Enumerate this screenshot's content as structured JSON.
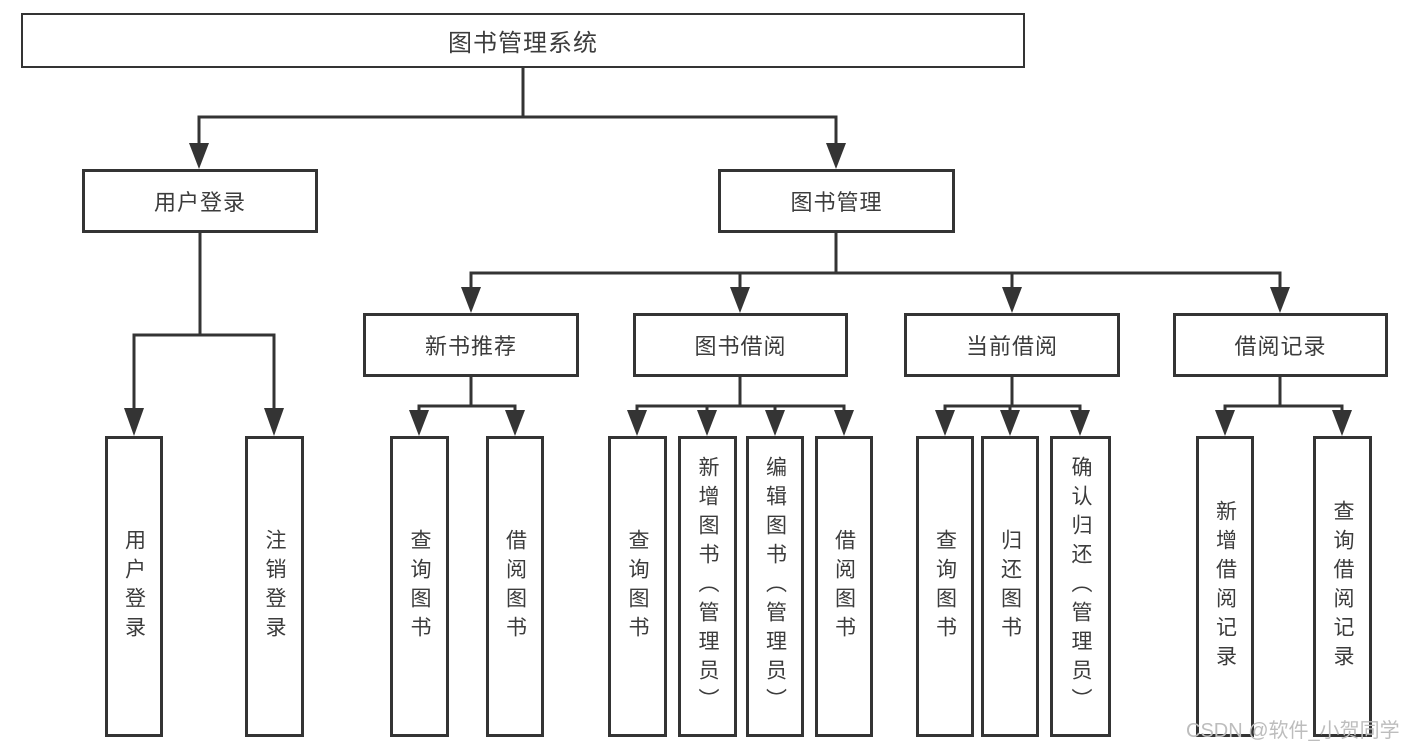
{
  "diagram": {
    "root": {
      "label": "图书管理系统"
    },
    "login": {
      "label": "用户登录",
      "children": [
        {
          "label": "用户登录"
        },
        {
          "label": "注销登录"
        }
      ]
    },
    "management": {
      "label": "图书管理",
      "sections": [
        {
          "label": "新书推荐",
          "children": [
            {
              "label": "查询图书"
            },
            {
              "label": "借阅图书"
            }
          ]
        },
        {
          "label": "图书借阅",
          "children": [
            {
              "label": "查询图书"
            },
            {
              "label": "新增图书（管理员）"
            },
            {
              "label": "编辑图书（管理员）"
            },
            {
              "label": "借阅图书"
            }
          ]
        },
        {
          "label": "当前借阅",
          "children": [
            {
              "label": "查询图书"
            },
            {
              "label": "归还图书"
            },
            {
              "label": "确认归还（管理员）"
            }
          ]
        },
        {
          "label": "借阅记录",
          "children": [
            {
              "label": "新增借阅记录"
            },
            {
              "label": "查询借阅记录"
            }
          ]
        }
      ]
    },
    "watermark": {
      "label": "CSDN @软件_小贺同学"
    },
    "colors": {
      "line": "#343434",
      "text": "#3c3c3c",
      "watermark": "#bdbdbd",
      "bg": "#ffffff"
    }
  }
}
